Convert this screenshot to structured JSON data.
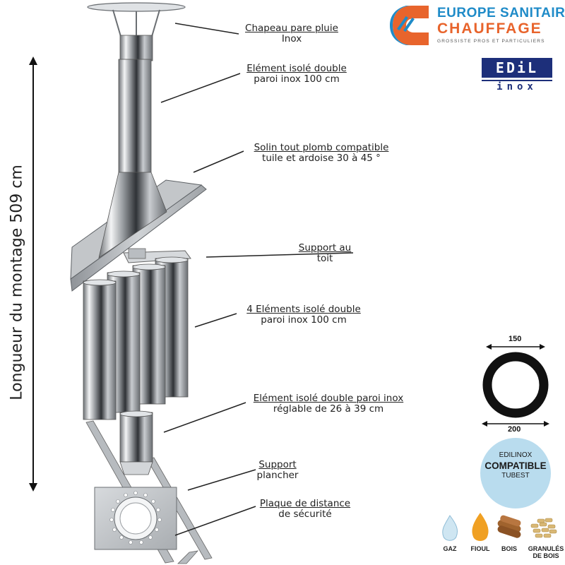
{
  "title": "Longueur du montage  509 cm",
  "labels": [
    {
      "line1": "Chapeau pare pluie",
      "line2": "Inox"
    },
    {
      "line1": "Elément isolé double",
      "line2": "paroi inox 100 cm"
    },
    {
      "line1": "Solin tout plomb compatible",
      "line2": "tuile et ardoise 30 à 45 °"
    },
    {
      "line1": "Support au",
      "line2": "toit"
    },
    {
      "line1": "4 Eléments isolé double",
      "line2": "paroi inox 100 cm"
    },
    {
      "line1": "Elément isolé double paroi inox",
      "line2": "réglable de 26 à 39 cm"
    },
    {
      "line1": "Support",
      "line2": "plancher"
    },
    {
      "line1": "Plaque de distance",
      "line2": "de sécurité"
    }
  ],
  "brand": {
    "line1": "EUROPE SANITAIRE",
    "line2": "CHAUFFAGE",
    "tagline": "GROSSISTE PROS ET PARTICULIERS"
  },
  "edil": {
    "line1": "EDiL",
    "line2": "inox"
  },
  "dimensions": {
    "inner": "150",
    "outer": "200"
  },
  "badge": {
    "line1": "EDILINOX",
    "line2": "COMPATIBLE",
    "line3": "TUBEST"
  },
  "fuels": [
    {
      "label": "GAZ",
      "icon": "gas-flame-icon"
    },
    {
      "label": "FIOUL",
      "icon": "oil-drop-icon"
    },
    {
      "label": "BOIS",
      "icon": "wood-logs-icon"
    },
    {
      "label": "GRANULÉS DE BOIS",
      "icon": "wood-pellets-icon"
    }
  ],
  "colors": {
    "steel_light": "#e6e8ea",
    "steel_dark": "#5a5e62",
    "brand_blue": "#1f8bc8",
    "brand_orange": "#e8642c",
    "edil_navy": "#1d2f7a",
    "badge_blue": "#b9dcee"
  }
}
